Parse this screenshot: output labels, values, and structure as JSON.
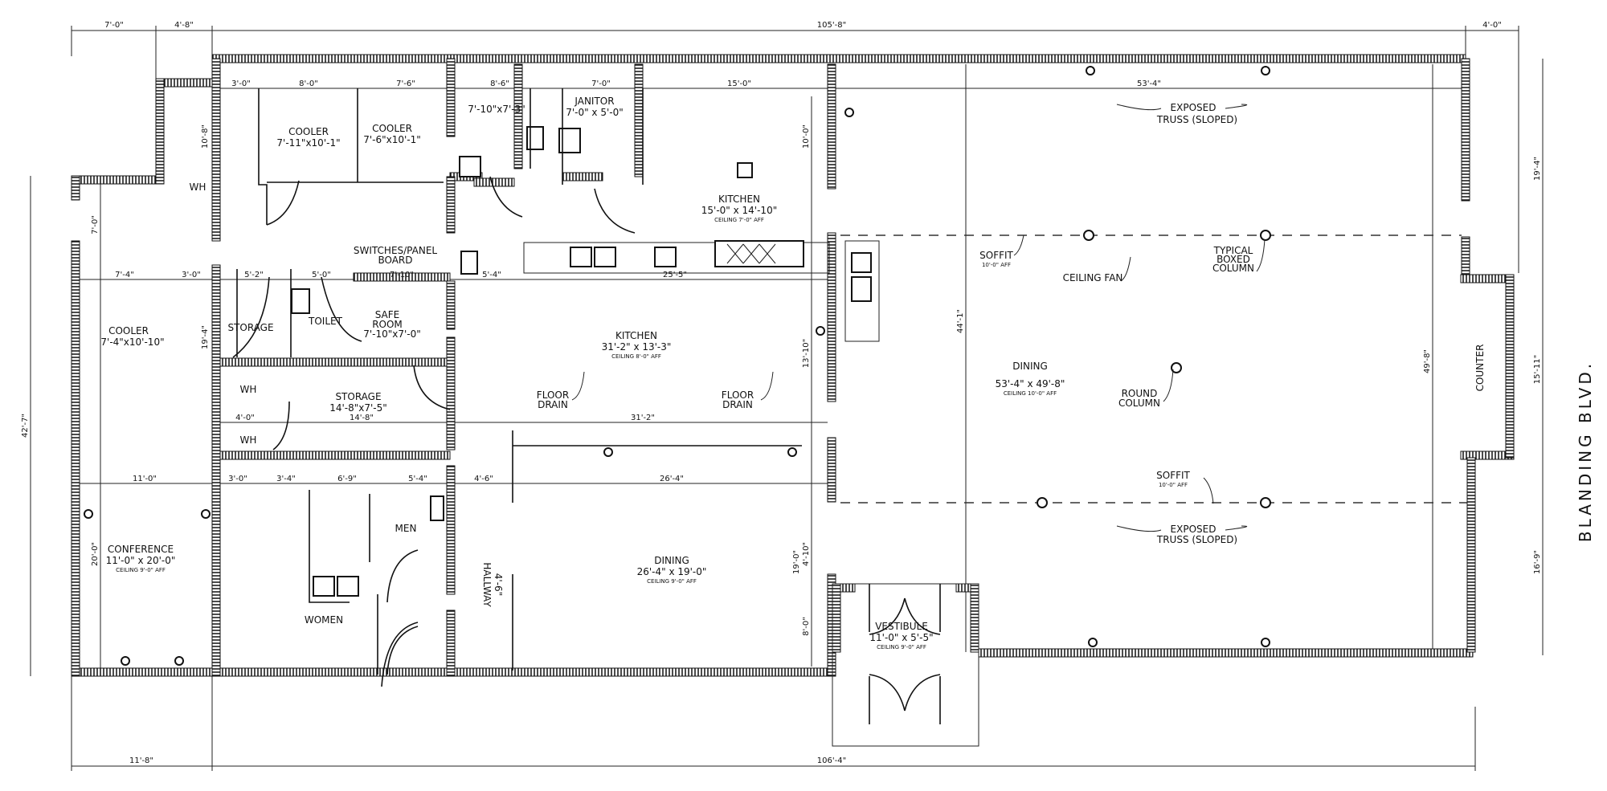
{
  "plan": {
    "street": "BLANDING BLVD.",
    "rooms": {
      "cooler1": {
        "name": "COOLER",
        "size": "7'-11\"x10'-1\""
      },
      "cooler2": {
        "name": "COOLER",
        "size": "7'-6\"x10'-1\""
      },
      "room_small": {
        "size": "7'-10\"x7'-3\""
      },
      "janitor": {
        "name": "JANITOR",
        "size": "7'-0\" x 5'-0\""
      },
      "kitchen1": {
        "name": "KITCHEN",
        "size": "15'-0\" x 14'-10\"",
        "ceiling": "CEILING 7'-0\" AFF"
      },
      "switches": {
        "name1": "SWITCHES/PANEL",
        "name2": "BOARD"
      },
      "safe_room": {
        "name1": "SAFE",
        "name2": "ROOM",
        "size": "7'-10\"x7'-0\""
      },
      "storage1": {
        "name": "STORAGE"
      },
      "toilet": {
        "name": "TOILET"
      },
      "cooler3": {
        "name": "COOLER",
        "size": "7'-4\"x10'-10\""
      },
      "wh1": "WH",
      "wh2": "WH",
      "wh3": "WH",
      "storage2": {
        "name": "STORAGE",
        "size": "14'-8\"x7'-5\""
      },
      "kitchen2": {
        "name": "KITCHEN",
        "size": "31'-2\" x 13'-3\"",
        "ceiling": "CEILING 8'-0\" AFF"
      },
      "dining_main": {
        "name": "DINING",
        "size": "53'-4\" x 49'-8\"",
        "ceiling": "CEILING 10'-0\" AFF"
      },
      "conference": {
        "name": "CONFERENCE",
        "size": "11'-0\" x 20'-0\"",
        "ceiling": "CEILING 9'-0\" AFF"
      },
      "men": {
        "name": "MEN"
      },
      "women": {
        "name": "WOMEN"
      },
      "hallway": {
        "name": "HALLWAY",
        "size": "4'-6\""
      },
      "dining2": {
        "name": "DINING",
        "size": "26'-4\" x 19'-0\"",
        "ceiling": "CEILING 9'-0\" AFF"
      },
      "vestibule": {
        "name": "VESTIBULE",
        "size": "11'-0\" x 5'-5\"",
        "ceiling": "CEILING 9'-0\" AFF"
      },
      "counter": {
        "name": "COUNTER"
      }
    },
    "notes": {
      "floor_drain1": {
        "l1": "FLOOR",
        "l2": "DRAIN"
      },
      "floor_drain2": {
        "l1": "FLOOR",
        "l2": "DRAIN"
      },
      "exposed_truss_top": {
        "l1": "EXPOSED",
        "l2": "TRUSS (SLOPED)"
      },
      "exposed_truss_bottom": {
        "l1": "EXPOSED",
        "l2": "TRUSS (SLOPED)"
      },
      "soffit1": {
        "l1": "SOFFIT",
        "l2": "10'-0\" AFF"
      },
      "soffit2": {
        "l1": "SOFFIT",
        "l2": "10'-0\" AFF"
      },
      "ceiling_fan": "CEILING FAN",
      "boxed_column": {
        "l1": "TYPICAL",
        "l2": "BOXED",
        "l3": "COLUMN"
      },
      "round_column": {
        "l1": "ROUND",
        "l2": "COLUMN"
      }
    },
    "dimensions": {
      "top": [
        "7'-0\"",
        "4'-8\"",
        "105'-8\"",
        "4'-0\""
      ],
      "row1": [
        "3'-0\"",
        "8'-0\"",
        "7'-6\"",
        "8'-6\"",
        "7'-0\"",
        "15'-0\"",
        "53'-4\""
      ],
      "row2": [
        "7'-4\"",
        "3'-0\"",
        "5'-2\"",
        "5'-0\"",
        "7'-10\"",
        "5'-4\"",
        "25'-5\""
      ],
      "row3": [
        "4'-0\"",
        "14'-8\"",
        "31'-2\""
      ],
      "row4": [
        "11'-0\"",
        "3'-0\"",
        "3'-4\"",
        "6'-9\"",
        "5'-4\"",
        "4'-6\"",
        "26'-4\""
      ],
      "bottom": [
        "11'-8\"",
        "106'-4\""
      ],
      "vertical": [
        "42'-7\"",
        "10'-8\"",
        "19'-4\"",
        "10'-0\"",
        "13'-10\"",
        "19'-0\"",
        "4'-10\"",
        "8'-0\"",
        "44'-1\"",
        "49'-8\"",
        "19'-4\"",
        "15'-11\"",
        "16'-9\"",
        "20'-0\"",
        "7'-0\""
      ]
    }
  }
}
